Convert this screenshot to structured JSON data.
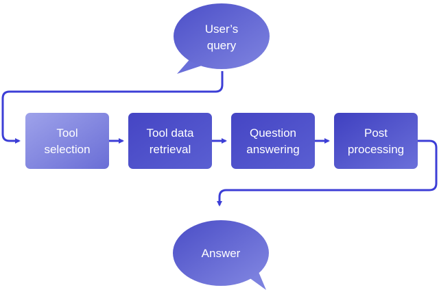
{
  "query_bubble": {
    "line1": "User’s",
    "line2": "query"
  },
  "steps": [
    {
      "line1": "Tool",
      "line2": "selection"
    },
    {
      "line1": "Tool data",
      "line2": "retrieval"
    },
    {
      "line1": "Question",
      "line2": "answering"
    },
    {
      "line1": "Post",
      "line2": "processing"
    }
  ],
  "answer_bubble": {
    "label": "Answer"
  },
  "colors": {
    "bubble_light": "#7f84e0",
    "bubble_dark": "#4c4fc8",
    "box_first_light": "#8e93e6",
    "box_first_dark": "#6b6fd6",
    "box_light": "#5457cf",
    "box_dark": "#3f3fbf",
    "arrow": "#3c3ed6"
  }
}
